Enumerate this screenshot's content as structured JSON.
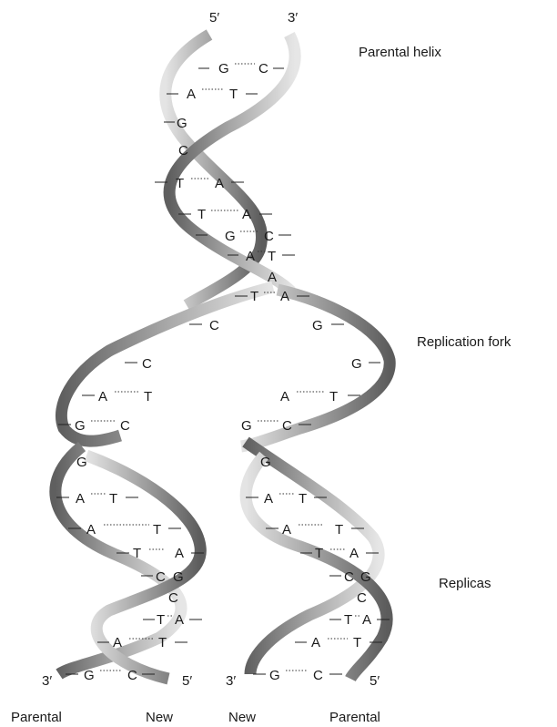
{
  "labels": {
    "parental_helix": "Parental helix",
    "replication_fork": "Replication fork",
    "replicas": "Replicas"
  },
  "ends": {
    "top_left": "5′",
    "top_right": "3′",
    "left_replica_left": "3′",
    "left_replica_right": "5′",
    "right_replica_left": "3′",
    "right_replica_right": "5′"
  },
  "strand_labels": [
    "Parental",
    "New",
    "New",
    "Parental"
  ],
  "base_pairs": {
    "parental": [
      {
        "left": "G",
        "right": "C"
      },
      {
        "left": "A",
        "right": "T"
      },
      {
        "left": "G",
        "right": ""
      },
      {
        "left": "C",
        "right": ""
      },
      {
        "left": "T",
        "right": "A"
      },
      {
        "left": "T",
        "right": "A"
      },
      {
        "left": "G",
        "right": "C"
      },
      {
        "left": "A",
        "right": "T"
      },
      {
        "left": "A",
        "right": ""
      },
      {
        "left": "T",
        "right": "A"
      }
    ],
    "fork": [
      {
        "left": "C",
        "right": "G"
      },
      {
        "left": "C",
        "right": "G"
      }
    ],
    "left_replica": [
      {
        "left": "A",
        "right": "T"
      },
      {
        "left": "G",
        "right": "C"
      },
      {
        "left": "G",
        "right": ""
      },
      {
        "left": "A",
        "right": "T"
      },
      {
        "left": "A",
        "right": "T"
      },
      {
        "left": "T",
        "right": "A"
      },
      {
        "left": "C",
        "right": "G"
      },
      {
        "left": "C",
        "right": ""
      },
      {
        "left": "T",
        "right": "A"
      },
      {
        "left": "A",
        "right": "T"
      },
      {
        "left": "G",
        "right": "C"
      }
    ],
    "right_replica": [
      {
        "left": "A",
        "right": "T"
      },
      {
        "left": "G",
        "right": "C"
      },
      {
        "left": "G",
        "right": ""
      },
      {
        "left": "A",
        "right": "T"
      },
      {
        "left": "A",
        "right": "T"
      },
      {
        "left": "T",
        "right": "A"
      },
      {
        "left": "C",
        "right": "G"
      },
      {
        "left": "C",
        "right": ""
      },
      {
        "left": "T",
        "right": "A"
      },
      {
        "left": "A",
        "right": "T"
      },
      {
        "left": "G",
        "right": "C"
      }
    ]
  }
}
